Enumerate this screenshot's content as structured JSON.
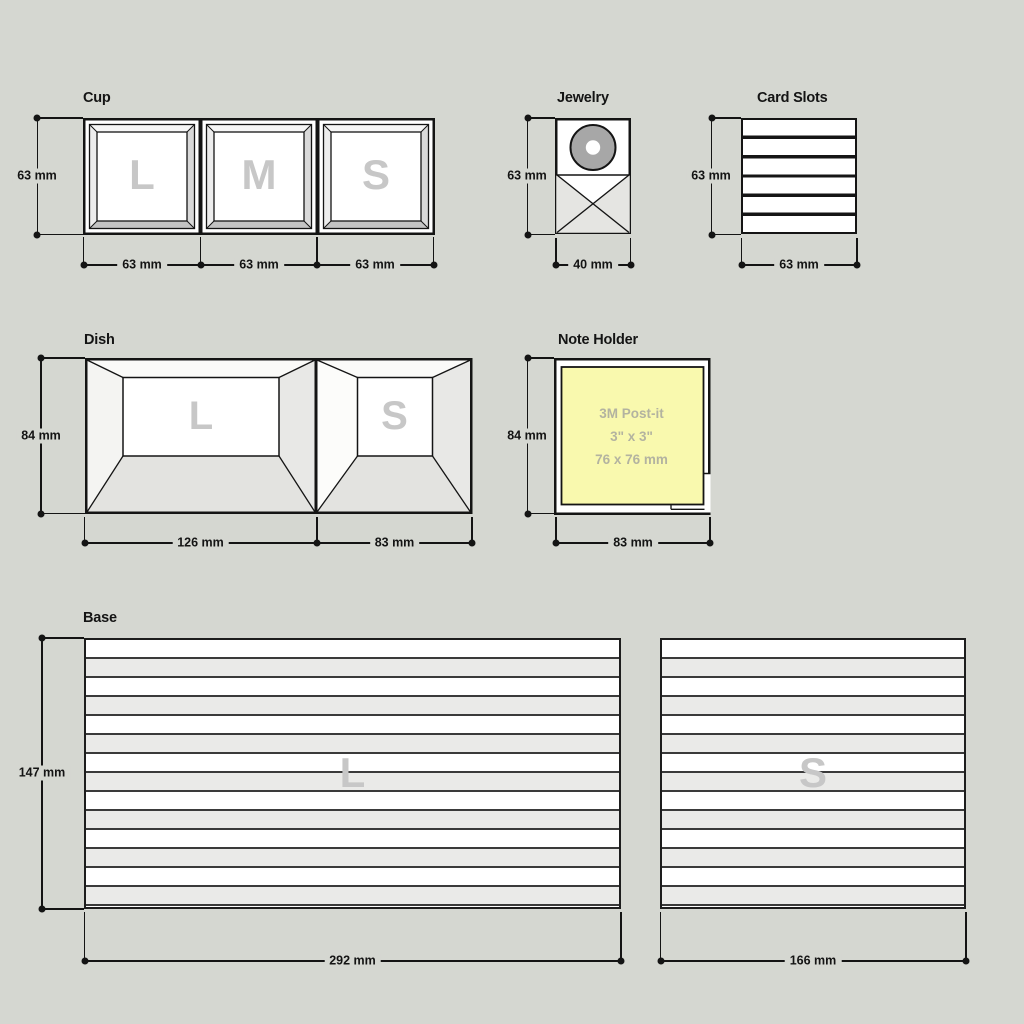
{
  "colors": {
    "background": "#d5d7d1",
    "ink": "#141414",
    "letter_gray": "#c7c7c7",
    "postit_yellow": "#f9f9ae",
    "postit_text": "#b3b3a0",
    "donut_gray": "#a7a7a7"
  },
  "sections": {
    "cup": {
      "title": "Cup",
      "height_label": "63 mm",
      "cups": [
        {
          "letter": "L",
          "width_label": "63 mm"
        },
        {
          "letter": "M",
          "width_label": "63 mm"
        },
        {
          "letter": "S",
          "width_label": "63 mm"
        }
      ]
    },
    "jewelry": {
      "title": "Jewelry",
      "height_label": "63 mm",
      "width_label": "40 mm"
    },
    "card_slots": {
      "title": "Card Slots",
      "height_label": "63 mm",
      "width_label": "63 mm",
      "slot_count": 6
    },
    "dish": {
      "title": "Dish",
      "height_label": "84 mm",
      "trays": [
        {
          "letter": "L",
          "width_label": "126 mm"
        },
        {
          "letter": "S",
          "width_label": "83 mm"
        }
      ]
    },
    "note_holder": {
      "title": "Note Holder",
      "height_label": "84 mm",
      "width_label": "83 mm",
      "postit_lines": [
        "3M Post-it",
        "3\" x 3\"",
        "76 x 76 mm"
      ]
    },
    "base": {
      "title": "Base",
      "height_label": "147 mm",
      "panels": [
        {
          "letter": "L",
          "width_label": "292 mm"
        },
        {
          "letter": "S",
          "width_label": "166 mm"
        }
      ]
    }
  }
}
